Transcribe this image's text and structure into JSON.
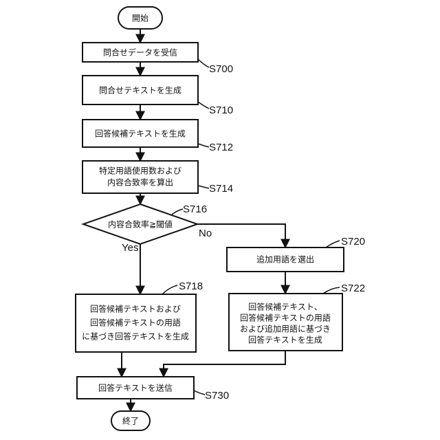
{
  "nodes": {
    "start": {
      "label": "開始"
    },
    "s700": {
      "label": "問合せデータを受信",
      "step": "S700"
    },
    "s710": {
      "label": "問合せテキストを生成",
      "step": "S710"
    },
    "s712": {
      "label": "回答候補テキストを生成",
      "step": "S712"
    },
    "s714": {
      "lines": [
        "特定用語使用数および",
        "内容合致率を算出"
      ],
      "step": "S714"
    },
    "s716": {
      "label": "内容合致率≧閾値",
      "step": "S716",
      "yes_label": "Yes",
      "no_label": "No"
    },
    "s718": {
      "lines": [
        "回答候補テキストおよび",
        "回答候補テキストの用語",
        "に基づき回答テキストを生成"
      ],
      "step": "S718"
    },
    "s720": {
      "label": "追加用語を選出",
      "step": "S720"
    },
    "s722": {
      "lines": [
        "回答候補テキスト、",
        "回答候補テキストの用語",
        "および追加用語に基づき",
        "回答テキストを生成"
      ],
      "step": "S722"
    },
    "s730": {
      "label": "回答テキストを送信",
      "step": "S730"
    },
    "end": {
      "label": "終了"
    }
  }
}
